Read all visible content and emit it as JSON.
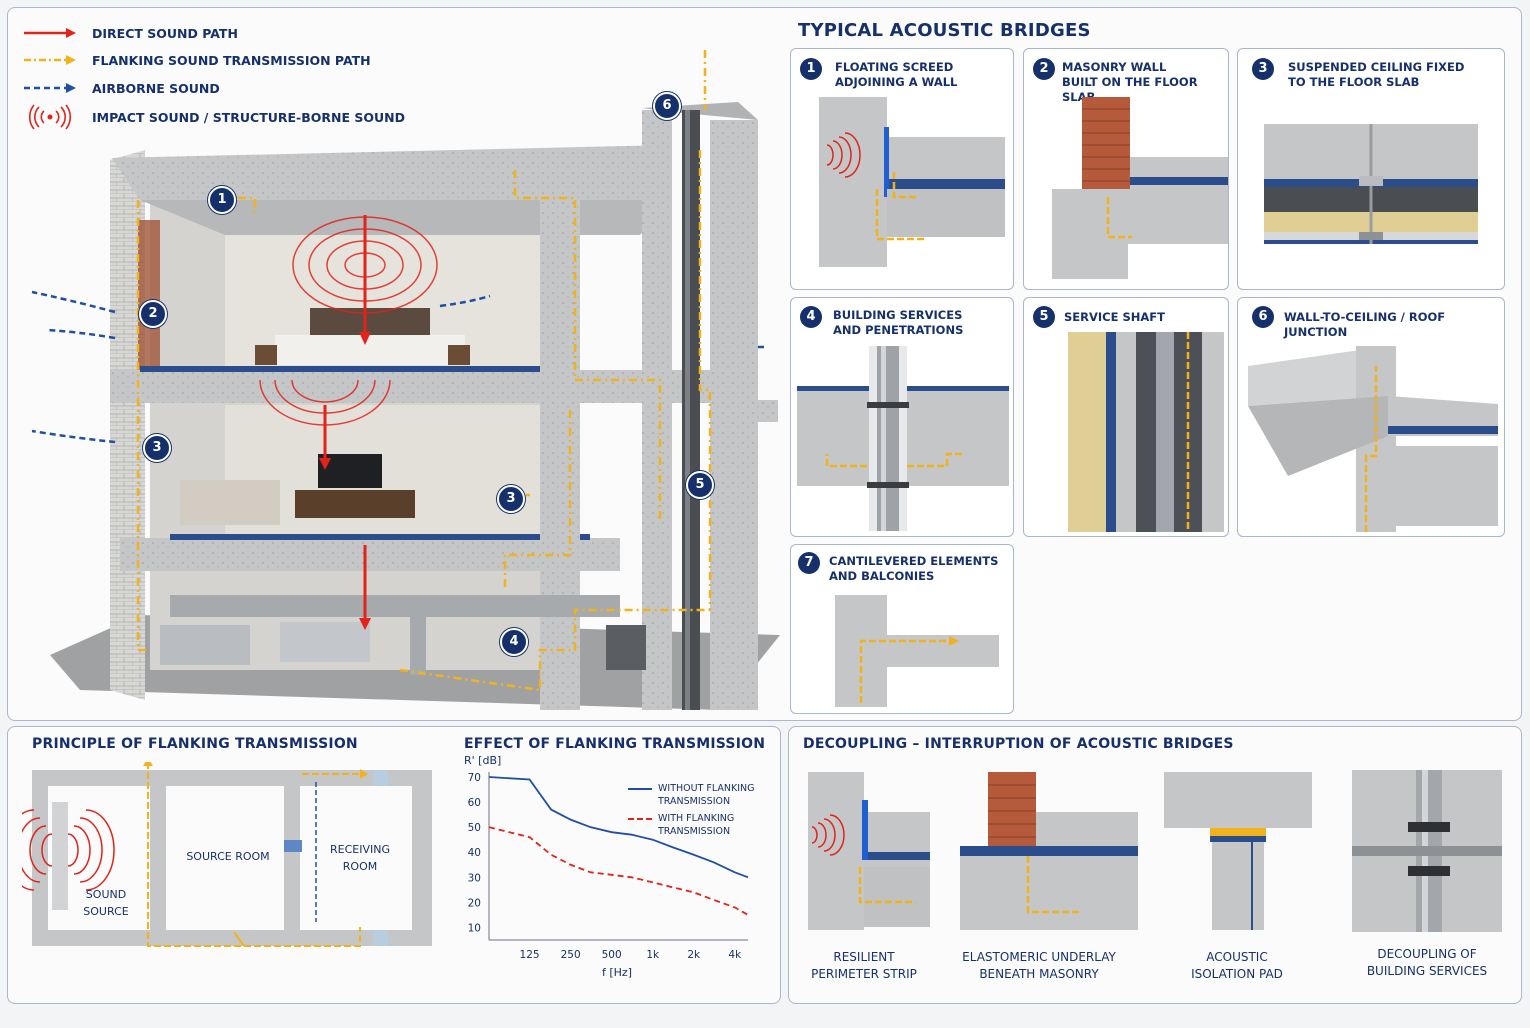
{
  "legend": [
    {
      "label": "DIRECT SOUND PATH",
      "icon": "solid-red-arrow",
      "color": "#e2231a"
    },
    {
      "label": "FLANKING SOUND TRANSMISSION PATH",
      "icon": "dashed-yellow-arrow",
      "color": "#f2b21b"
    },
    {
      "label": "AIRBORNE SOUND",
      "icon": "dashed-blue-arrow",
      "color": "#1f4fa3"
    },
    {
      "label": "IMPACT SOUND / STRUCTURE-BORNE SOUND",
      "icon": "red-sound-waves",
      "color": "#e2231a"
    }
  ],
  "building_markers": [
    "1",
    "2",
    "3",
    "3",
    "4",
    "5",
    "6"
  ],
  "bridges": {
    "title": "TYPICAL ACOUSTIC BRIDGES",
    "cards": [
      {
        "num": "1",
        "lines": [
          "FLOATING SCREED",
          "ADJOINING A WALL"
        ]
      },
      {
        "num": "2",
        "lines": [
          "MASONRY WALL",
          "BUILT ON THE FLOOR SLAB"
        ]
      },
      {
        "num": "3",
        "lines": [
          "SUSPENDED CEILING FIXED",
          "TO THE FLOOR SLAB"
        ]
      },
      {
        "num": "4",
        "lines": [
          "BUILDING SERVICES",
          "AND PENETRATIONS"
        ]
      },
      {
        "num": "5",
        "lines": [
          "SERVICE SHAFT"
        ]
      },
      {
        "num": "6",
        "lines": [
          "WALL-TO-CEILING / ROOF JUNCTION"
        ]
      },
      {
        "num": "7",
        "lines": [
          "CANTILEVERED ELEMENTS",
          "AND BALCONIES"
        ]
      }
    ]
  },
  "principle": {
    "title": "PRINCIPLE OF FLANKING TRANSMISSION",
    "sound_source": [
      "SOUND",
      "SOURCE"
    ],
    "source_room": "SOURCE ROOM",
    "receiving_room": [
      "RECEIVING",
      "ROOM"
    ]
  },
  "effect": {
    "title": "EFFECT OF FLANKING TRANSMISSION",
    "ylabel": "R' [dB]",
    "xlabel": "f [Hz]",
    "legend_without": [
      "WITHOUT FLANKING",
      "TRANSMISSION"
    ],
    "legend_with": [
      "WITH FLANKING",
      "TRANSMISSION"
    ]
  },
  "chart_data": {
    "type": "line",
    "title": "EFFECT OF FLANKING TRANSMISSION",
    "xlabel": "f [Hz]",
    "ylabel": "R' [dB]",
    "x_ticks": [
      "125",
      "250",
      "500",
      "1k",
      "2k",
      "4k"
    ],
    "y_ticks": [
      10,
      20,
      30,
      40,
      50,
      60,
      70
    ],
    "ylim": [
      5,
      72
    ],
    "x_scale": "log",
    "x": [
      63,
      125,
      180,
      250,
      350,
      500,
      700,
      1000,
      1400,
      2000,
      2800,
      4000,
      5000
    ],
    "series": [
      {
        "name": "WITHOUT FLANKING TRANSMISSION",
        "color": "#1f4fa3",
        "style": "solid",
        "values": [
          70,
          69,
          57,
          53,
          50,
          48,
          47,
          45,
          42,
          39,
          36,
          32,
          30
        ]
      },
      {
        "name": "WITH FLANKING TRANSMISSION",
        "color": "#e2231a",
        "style": "dashed",
        "values": [
          50,
          46,
          39,
          35,
          32,
          31,
          30,
          28,
          26,
          24,
          21,
          18,
          15
        ]
      }
    ],
    "grid": false,
    "legend_position": "top-right"
  },
  "decoupling": {
    "title": "DECOUPLING – INTERRUPTION OF ACOUSTIC BRIDGES",
    "items": [
      {
        "lines": [
          "RESILIENT",
          "PERIMETER STRIP"
        ]
      },
      {
        "lines": [
          "ELASTOMERIC UNDERLAY",
          "BENEATH MASONRY"
        ]
      },
      {
        "lines": [
          "ACOUSTIC",
          "ISOLATION PAD"
        ]
      },
      {
        "lines": [
          "DECOUPLING OF",
          "BUILDING SERVICES"
        ]
      }
    ]
  }
}
